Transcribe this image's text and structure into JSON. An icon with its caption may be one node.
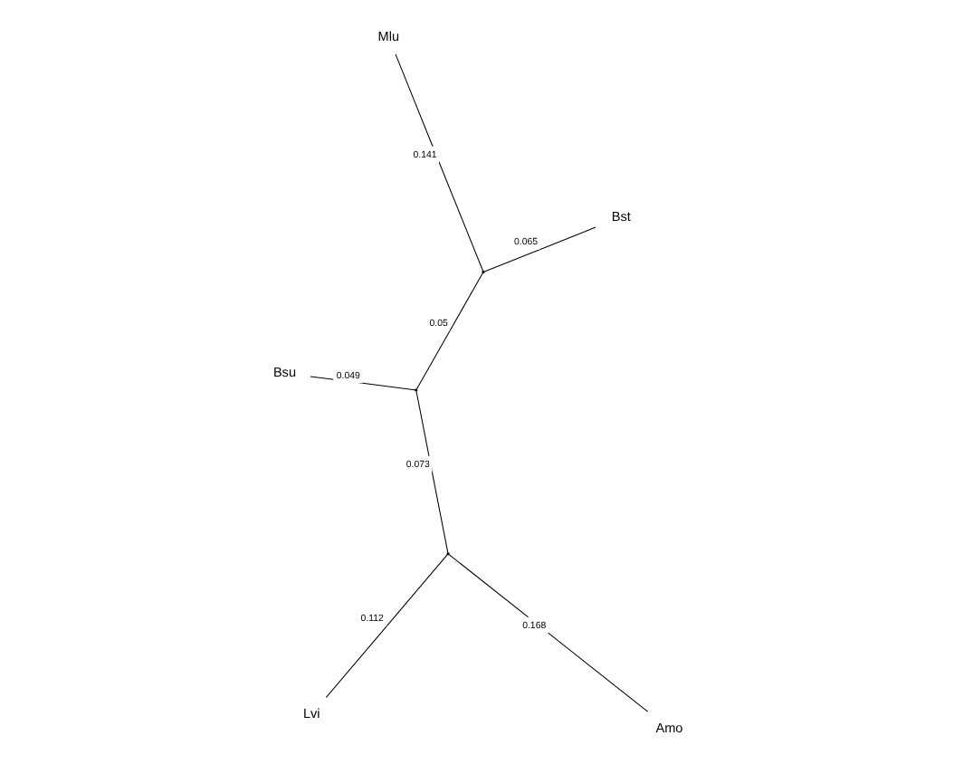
{
  "diagram": {
    "nodes": [
      {
        "text": [
          "Lvi"
        ]
      },
      {
        "text": [
          "Amo"
        ]
      },
      {
        "text": [],
        "shape": "point"
      },
      {
        "text": [
          "Mlu"
        ]
      },
      {
        "text": [],
        "shape": "point"
      },
      {
        "text": [],
        "shape": "point"
      },
      {
        "text": [
          "Bsu"
        ]
      },
      {
        "text": [
          "Bst"
        ]
      }
    ],
    "edges": [
      {
        "from": 2,
        "to": 0,
        "arrow": "none",
        "label": "0.112"
      },
      {
        "from": 2,
        "to": 1,
        "arrow": "none",
        "label": "0.168"
      },
      {
        "from": 2,
        "to": 4,
        "arrow": "none",
        "label": "0.073"
      },
      {
        "from": 4,
        "to": 6,
        "arrow": "none",
        "label": "0.049"
      },
      {
        "from": 4,
        "to": 5,
        "arrow": "none",
        "label": "0.05"
      },
      {
        "from": 5,
        "to": 3,
        "arrow": "none",
        "label": "0.141"
      },
      {
        "from": 5,
        "to": 7,
        "arrow": "none",
        "label": "0.065"
      }
    ]
  }
}
